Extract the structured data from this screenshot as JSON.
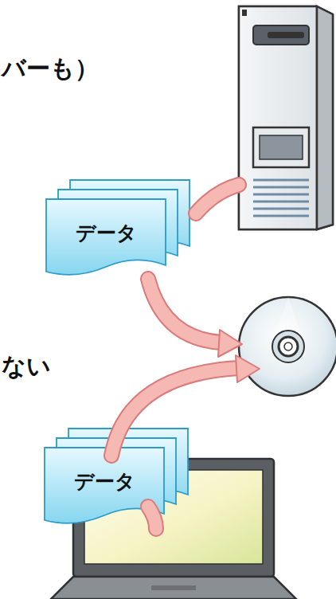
{
  "diagram": {
    "nodes": [
      {
        "text": [
          "データ"
        ]
      },
      {
        "text": [
          "データ"
        ]
      }
    ],
    "labels": [
      "バーも）",
      "ない"
    ]
  }
}
